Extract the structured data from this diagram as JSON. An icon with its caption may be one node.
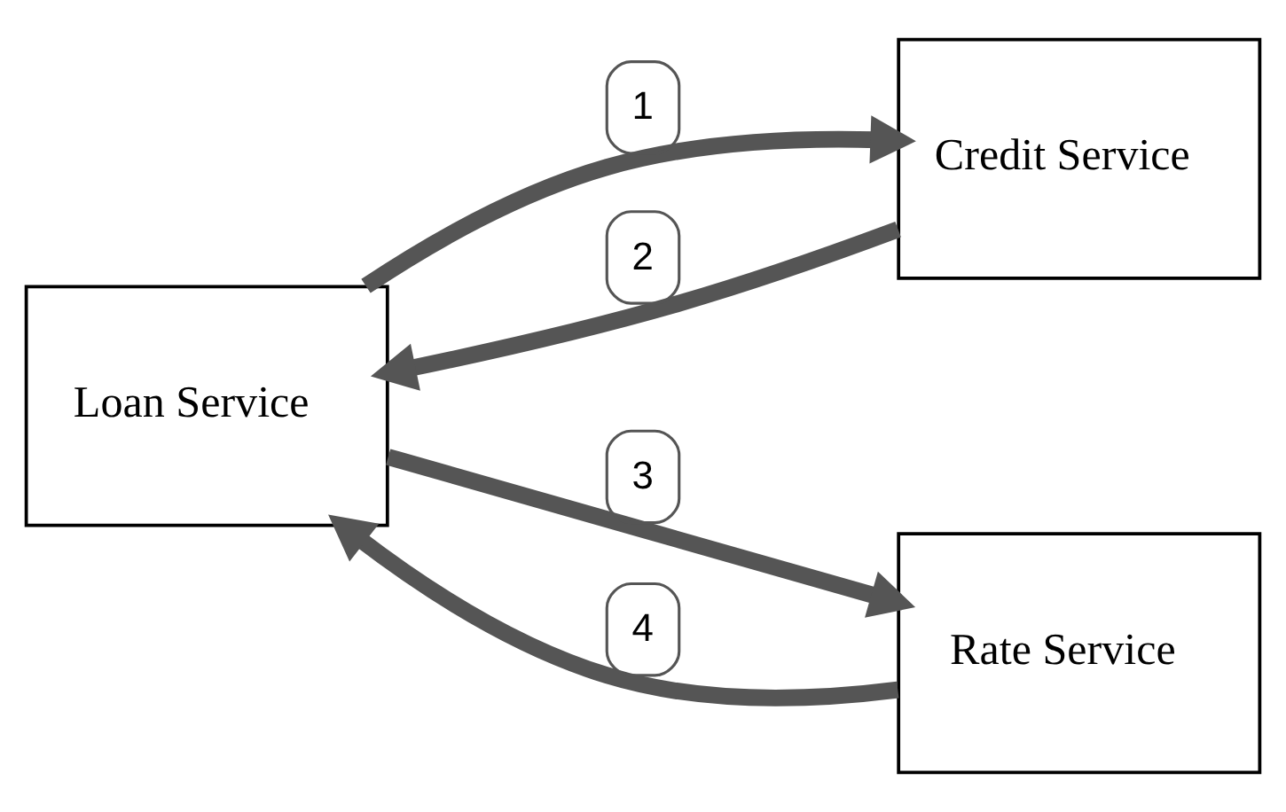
{
  "diagram": {
    "nodes": [
      {
        "text": [
          "Loan Service"
        ]
      },
      {
        "text": [
          "Credit Service"
        ]
      },
      {
        "text": [
          "Rate Service"
        ]
      }
    ],
    "edges": [
      {
        "from": 0,
        "to": 1,
        "arrow": "to",
        "label": "1"
      },
      {
        "from": 1,
        "to": 0,
        "arrow": "to",
        "label": "2"
      },
      {
        "from": 0,
        "to": 2,
        "arrow": "to",
        "label": "3"
      },
      {
        "from": 2,
        "to": 0,
        "arrow": "to",
        "label": "4"
      }
    ]
  }
}
